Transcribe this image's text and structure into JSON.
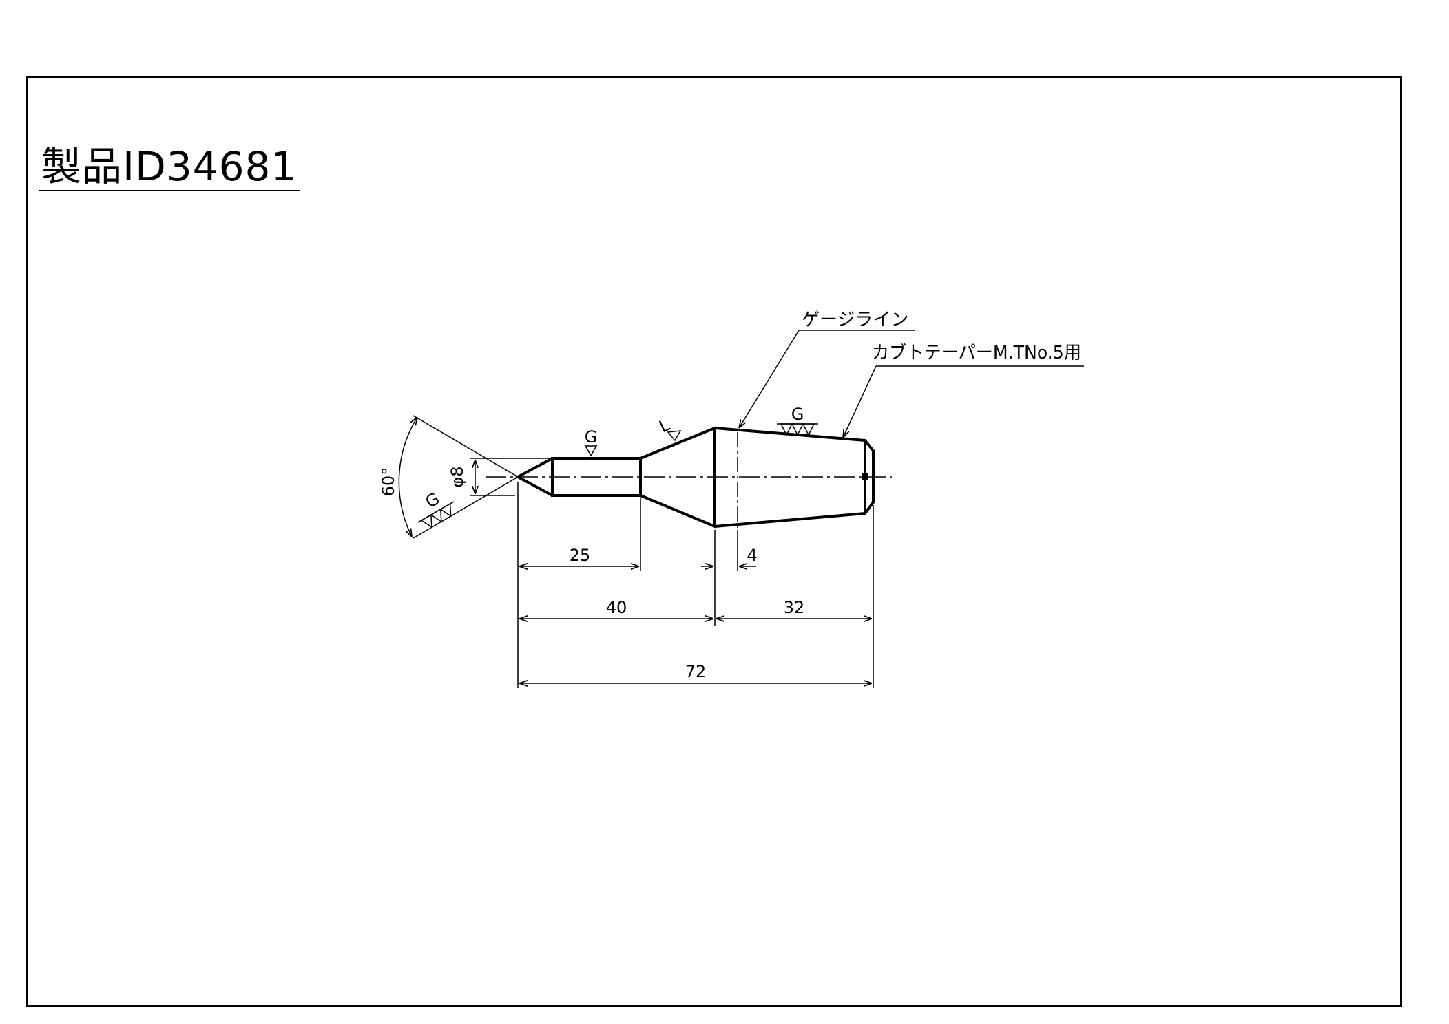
{
  "title": "製品ID34681",
  "annotations": {
    "gauge_line": "ゲージライン",
    "taper": "カブトテーパーM.TNo.5用"
  },
  "surface_marks": {
    "g_label": "G",
    "l_label": "L"
  },
  "dimensions": {
    "angle": "60°",
    "diameter": "φ8",
    "d25": "25",
    "d4": "4",
    "d40": "40",
    "d32": "32",
    "d72": "72"
  }
}
